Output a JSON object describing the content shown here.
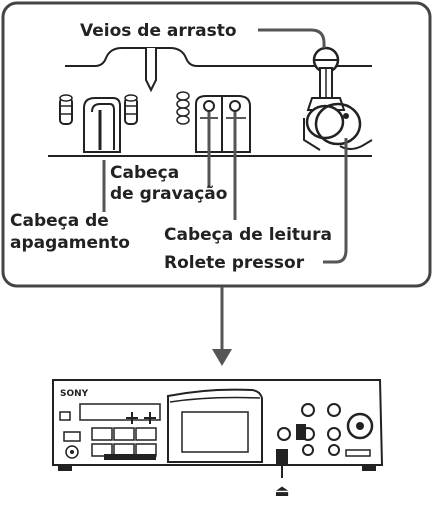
{
  "labels": {
    "capstan": "Veios de arrasto",
    "record_head_line1": "Cabeça",
    "record_head_line2": "de gravação",
    "erase_head_line1": "Cabeça de",
    "erase_head_line2": "apagamento",
    "playback_head": "Cabeça de leitura",
    "pinch_roller": "Rolete pressor"
  },
  "device": {
    "brand": "SONY",
    "eject_symbol": "⏏"
  },
  "colors": {
    "ink": "#222222",
    "arrow": "#555555",
    "frame": "#444444"
  }
}
